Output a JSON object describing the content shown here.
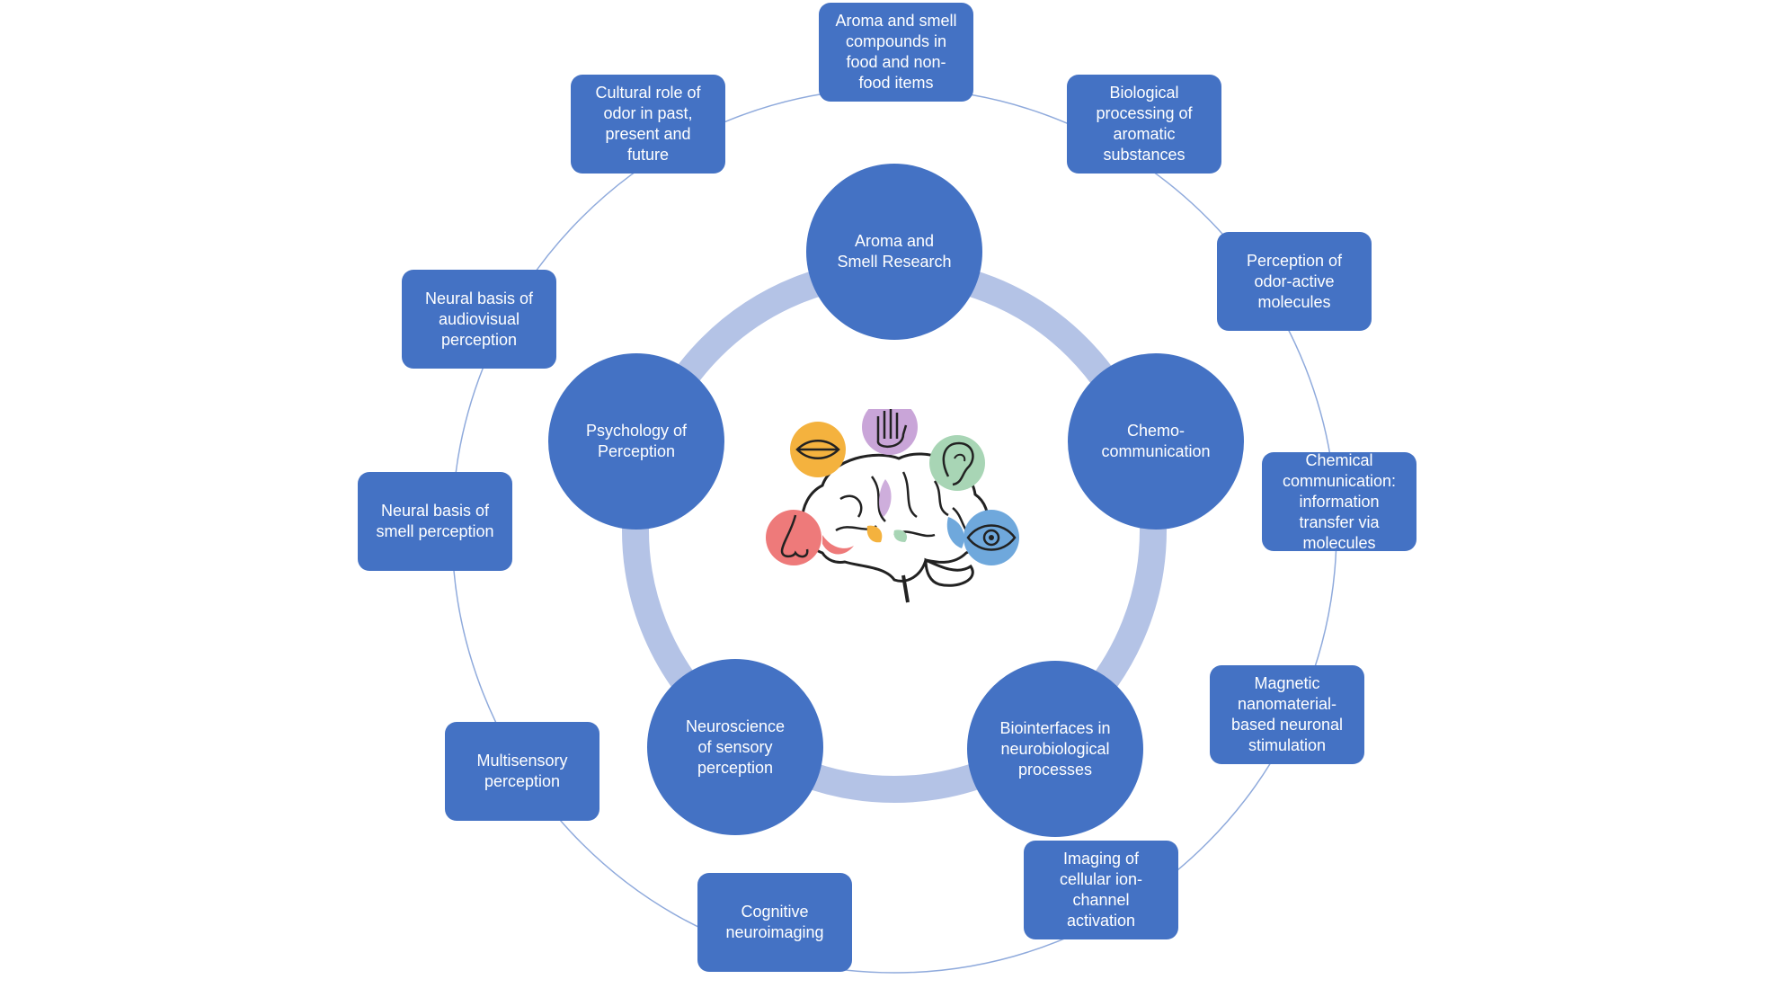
{
  "colors": {
    "box_fill": "#4472C4",
    "text": "#FFFFFF",
    "outer_ring": "#8FAADC",
    "inner_ring": "#B4C3E6",
    "icon_mouth": "#F4B23E",
    "icon_hand": "#C9A5D8",
    "icon_ear": "#A8D5B5",
    "icon_eye": "#6FA8DC",
    "icon_nose": "#EE7A7A"
  },
  "center_image": {
    "icons": [
      "mouth-icon",
      "hand-icon",
      "ear-icon",
      "eye-icon",
      "nose-icon",
      "brain-icon"
    ]
  },
  "core_topics": [
    "Aroma and\nSmell Research",
    "Chemo-\ncommunication",
    "Biointerfaces in\nneurobiological\nprocesses",
    "Neuroscience\nof sensory\nperception",
    "Psychology of\nPerception"
  ],
  "subtopics": [
    "Aroma and smell\ncompounds  in\nfood and non-\nfood items",
    "Biological\nprocessing of\naromatic\nsubstances",
    "Perception of\nodor-active\nmolecules",
    "Chemical\ncommunication:\ninformation\ntransfer via\nmolecules",
    "Magnetic\nnanomaterial-\nbased neuronal\nstimulation",
    "Imaging of\ncellular ion-\nchannel\nactivation",
    "Cognitive\nneuroimaging",
    "Multisensory\nperception",
    "Neural basis of\nsmell perception",
    "Neural basis of\naudiovisual\nperception",
    "Cultural role of\nodor in past,\npresent and\nfuture"
  ]
}
